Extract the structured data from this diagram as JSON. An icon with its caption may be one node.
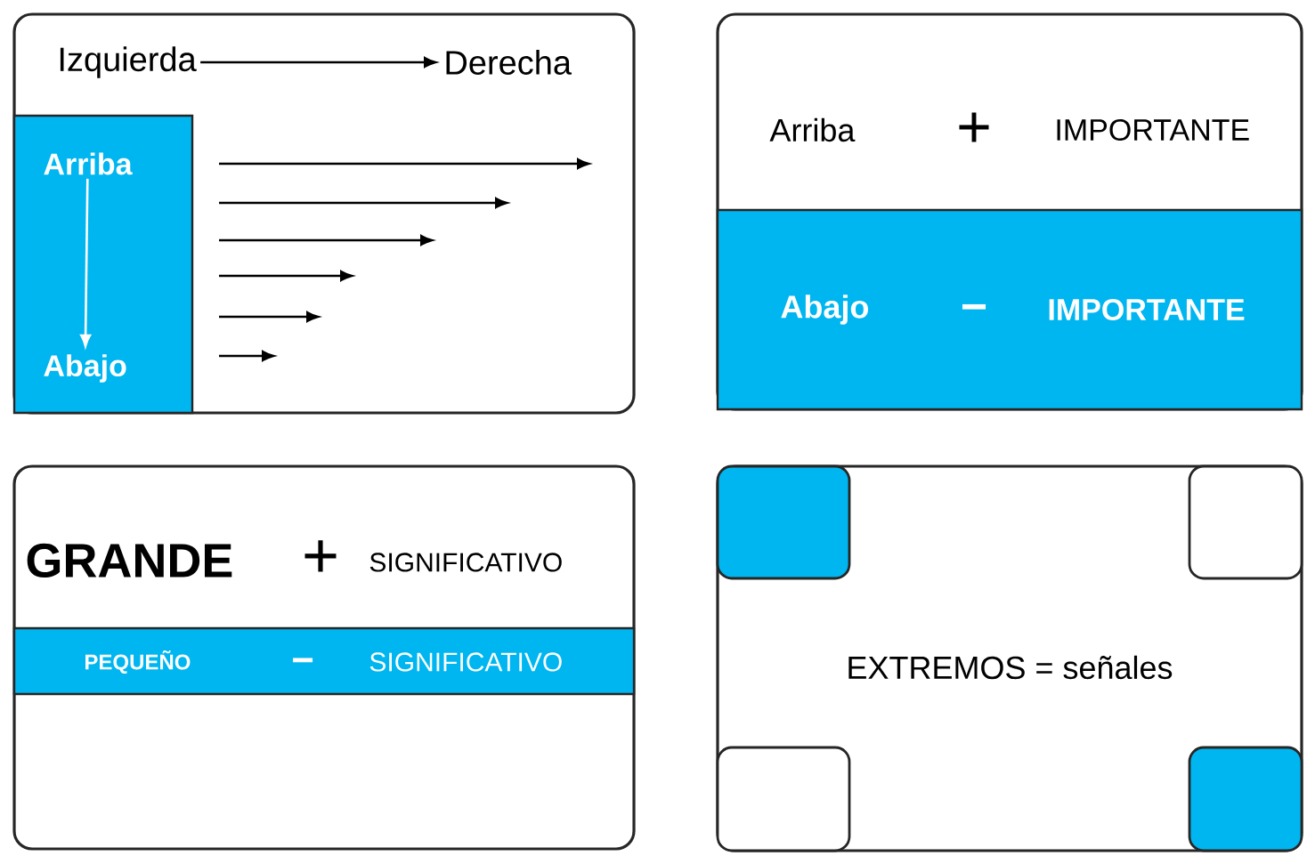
{
  "diagram": {
    "nodes": [
      {
        "text": [],
        "shape": "box"
      },
      {
        "text": [
          "Izquierda"
        ],
        "in": 0
      },
      {
        "text": [
          "Derecha"
        ],
        "in": 0
      },
      {
        "text": [],
        "shape": "box",
        "in": 0
      },
      {
        "text": [
          "Arriba"
        ],
        "in": 3
      },
      {
        "text": [
          "Abajo"
        ],
        "in": 3
      },
      {
        "text": [
          "Arriba",
          "+",
          "IMPORTANTE"
        ]
      },
      {
        "text": [
          "Abajo",
          "−",
          "IMPORTANTE"
        ],
        "in": 6
      },
      {
        "text": [
          "GRANDE",
          "+",
          "SIGNIFICATIVO"
        ]
      },
      {
        "text": [
          "PEQUEÑO",
          "−",
          "SIGNIFICATIVO"
        ],
        "in": 8
      },
      {
        "text": [
          "EXTREMOS = señales"
        ]
      },
      {
        "text": [],
        "shape": "box",
        "in": 10
      },
      {
        "text": [],
        "shape": "box",
        "in": 10
      },
      {
        "text": [],
        "shape": "box",
        "in": 10
      },
      {
        "text": [],
        "shape": "box",
        "in": 10
      }
    ],
    "edges": [
      {
        "from": 1,
        "to": 2,
        "arrow": "to"
      },
      {
        "from": 4,
        "to": 5,
        "arrow": "to",
        "color": "#ffffff"
      }
    ]
  }
}
